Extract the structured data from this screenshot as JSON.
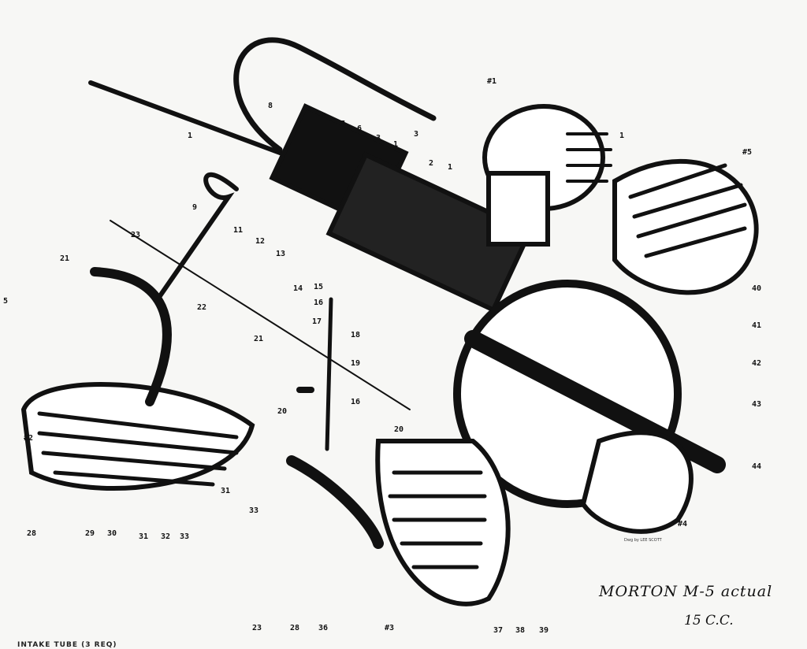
{
  "title": "MORTON M-5   actual",
  "displacement": "15 C.C.",
  "credit": "Dwg by LEE SCOTT",
  "caption": "INTAKE TUBE (3 REQ)",
  "callouts": [
    "1",
    "8",
    "8",
    "7",
    "6",
    "3",
    "1",
    "3",
    "2",
    "1",
    "#1",
    "#5",
    "1",
    "9",
    "11",
    "12",
    "13",
    "14",
    "15",
    "16",
    "17",
    "18",
    "19",
    "16",
    "20",
    "23",
    "21",
    "22",
    "21",
    "20",
    "5",
    "#2",
    "28",
    "29",
    "30",
    "31",
    "32",
    "33",
    "31",
    "33",
    "40",
    "41",
    "42",
    "43",
    "44",
    "#4",
    "23",
    "28",
    "36",
    "#3",
    "37",
    "38",
    "39"
  ]
}
